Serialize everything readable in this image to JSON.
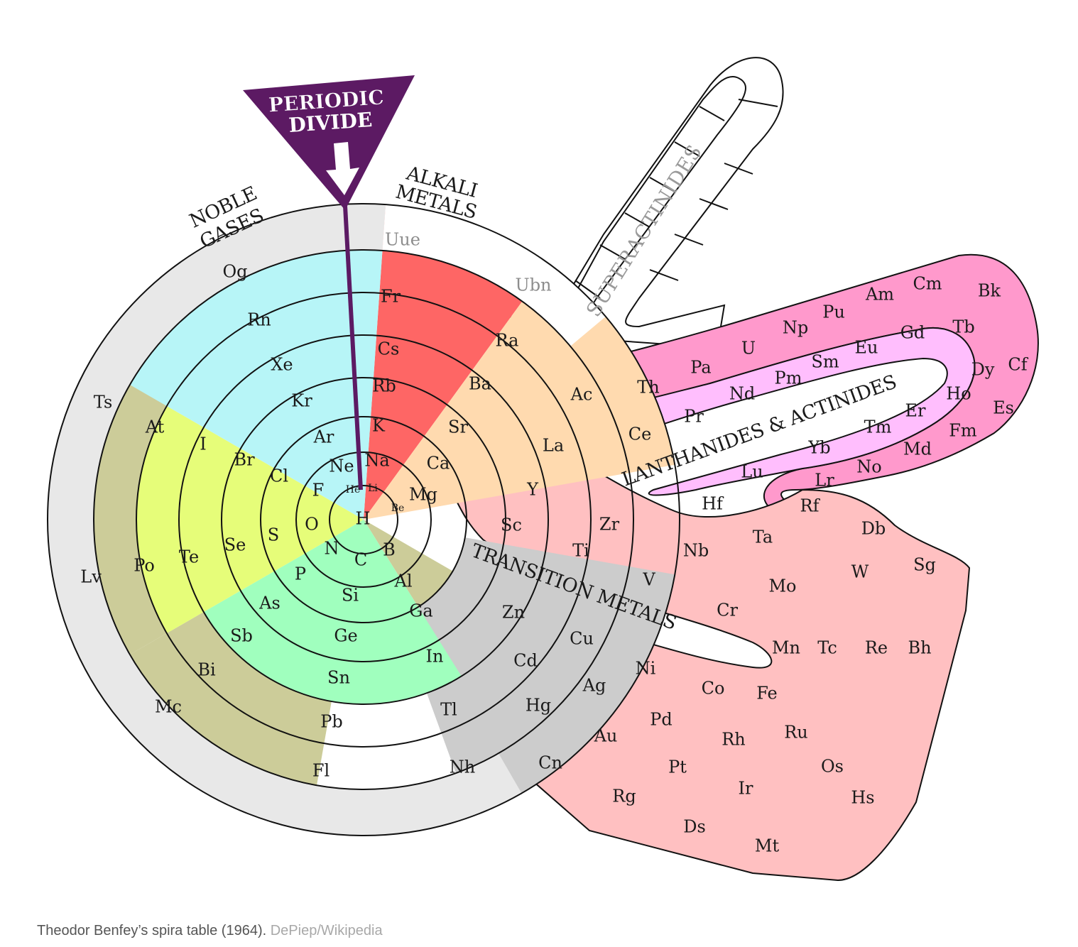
{
  "colors": {
    "noble": "#b7f5f7",
    "alkali": "#fe6665",
    "alkaline": "#ffdaaf",
    "transition": "#ffc0c1",
    "post": "#cccccc",
    "metalloid": "#cccc99",
    "nonmetal": "#a0ffbe",
    "halogen": "#e6fd79",
    "lanthanide": "#ffbefd",
    "actinide": "#ff99cc",
    "unknown": "#e8e8e8",
    "divide": "#5c1a63"
  },
  "labels": {
    "divide_line1": "PERIODIC",
    "divide_line2": "DIVIDE",
    "noble_line1": "NOBLE",
    "noble_line2": "GASES",
    "alkali_line1": "ALKALI",
    "alkali_line2": "METALS",
    "superactinides": "SUPERACTINIDES",
    "lanthanides": "LANTHANIDES & ACTINIDES",
    "transition": "TRANSITION METALS"
  },
  "elements": [
    {
      "symbol": "H",
      "group": "nonmetal"
    },
    {
      "symbol": "He",
      "group": "noble"
    },
    {
      "symbol": "Li",
      "group": "alkali"
    },
    {
      "symbol": "Be",
      "group": "alkaline"
    },
    {
      "symbol": "B",
      "group": "metalloid"
    },
    {
      "symbol": "C",
      "group": "nonmetal"
    },
    {
      "symbol": "N",
      "group": "nonmetal"
    },
    {
      "symbol": "O",
      "group": "nonmetal"
    },
    {
      "symbol": "F",
      "group": "halogen"
    },
    {
      "symbol": "Ne",
      "group": "noble"
    },
    {
      "symbol": "Na",
      "group": "alkali"
    },
    {
      "symbol": "Mg",
      "group": "alkaline"
    },
    {
      "symbol": "Al",
      "group": "post"
    },
    {
      "symbol": "Si",
      "group": "metalloid"
    },
    {
      "symbol": "P",
      "group": "nonmetal"
    },
    {
      "symbol": "S",
      "group": "nonmetal"
    },
    {
      "symbol": "Cl",
      "group": "halogen"
    },
    {
      "symbol": "Ar",
      "group": "noble"
    },
    {
      "symbol": "K",
      "group": "alkali"
    },
    {
      "symbol": "Ca",
      "group": "alkaline"
    },
    {
      "symbol": "Ga",
      "group": "post"
    },
    {
      "symbol": "Ge",
      "group": "metalloid"
    },
    {
      "symbol": "As",
      "group": "metalloid"
    },
    {
      "symbol": "Se",
      "group": "nonmetal"
    },
    {
      "symbol": "Br",
      "group": "halogen"
    },
    {
      "symbol": "Kr",
      "group": "noble"
    },
    {
      "symbol": "Rb",
      "group": "alkali"
    },
    {
      "symbol": "Sr",
      "group": "alkaline"
    },
    {
      "symbol": "In",
      "group": "post"
    },
    {
      "symbol": "Sn",
      "group": "post"
    },
    {
      "symbol": "Sb",
      "group": "metalloid"
    },
    {
      "symbol": "Te",
      "group": "metalloid"
    },
    {
      "symbol": "I",
      "group": "halogen"
    },
    {
      "symbol": "Xe",
      "group": "noble"
    },
    {
      "symbol": "Cs",
      "group": "alkali"
    },
    {
      "symbol": "Ba",
      "group": "alkaline"
    },
    {
      "symbol": "Tl",
      "group": "post"
    },
    {
      "symbol": "Pb",
      "group": "post"
    },
    {
      "symbol": "Bi",
      "group": "post"
    },
    {
      "symbol": "Po",
      "group": "post"
    },
    {
      "symbol": "At",
      "group": "metalloid"
    },
    {
      "symbol": "Rn",
      "group": "noble"
    },
    {
      "symbol": "Fr",
      "group": "alkali"
    },
    {
      "symbol": "Ra",
      "group": "alkaline"
    },
    {
      "symbol": "Nh",
      "group": "unknown"
    },
    {
      "symbol": "Fl",
      "group": "unknown"
    },
    {
      "symbol": "Mc",
      "group": "unknown"
    },
    {
      "symbol": "Lv",
      "group": "unknown"
    },
    {
      "symbol": "Ts",
      "group": "unknown"
    },
    {
      "symbol": "Og",
      "group": "unknown"
    },
    {
      "symbol": "Uue",
      "group": "empty"
    },
    {
      "symbol": "Ubn",
      "group": "empty"
    },
    {
      "symbol": "Sc",
      "group": "transition"
    },
    {
      "symbol": "Ti",
      "group": "transition"
    },
    {
      "symbol": "V",
      "group": "transition"
    },
    {
      "symbol": "Cr",
      "group": "transition"
    },
    {
      "symbol": "Mn",
      "group": "transition"
    },
    {
      "symbol": "Fe",
      "group": "transition"
    },
    {
      "symbol": "Co",
      "group": "transition"
    },
    {
      "symbol": "Ni",
      "group": "transition"
    },
    {
      "symbol": "Cu",
      "group": "transition"
    },
    {
      "symbol": "Zn",
      "group": "transition"
    },
    {
      "symbol": "Y",
      "group": "transition"
    },
    {
      "symbol": "Zr",
      "group": "transition"
    },
    {
      "symbol": "Nb",
      "group": "transition"
    },
    {
      "symbol": "Mo",
      "group": "transition"
    },
    {
      "symbol": "Tc",
      "group": "transition"
    },
    {
      "symbol": "Ru",
      "group": "transition"
    },
    {
      "symbol": "Rh",
      "group": "transition"
    },
    {
      "symbol": "Pd",
      "group": "transition"
    },
    {
      "symbol": "Ag",
      "group": "transition"
    },
    {
      "symbol": "Cd",
      "group": "transition"
    },
    {
      "symbol": "Hf",
      "group": "transition"
    },
    {
      "symbol": "Ta",
      "group": "transition"
    },
    {
      "symbol": "W",
      "group": "transition"
    },
    {
      "symbol": "Re",
      "group": "transition"
    },
    {
      "symbol": "Os",
      "group": "transition"
    },
    {
      "symbol": "Ir",
      "group": "transition"
    },
    {
      "symbol": "Pt",
      "group": "transition"
    },
    {
      "symbol": "Au",
      "group": "transition"
    },
    {
      "symbol": "Hg",
      "group": "transition"
    },
    {
      "symbol": "Rf",
      "group": "transition"
    },
    {
      "symbol": "Db",
      "group": "transition"
    },
    {
      "symbol": "Sg",
      "group": "transition"
    },
    {
      "symbol": "Bh",
      "group": "transition"
    },
    {
      "symbol": "Hs",
      "group": "transition"
    },
    {
      "symbol": "Mt",
      "group": "unknown"
    },
    {
      "symbol": "Ds",
      "group": "unknown"
    },
    {
      "symbol": "Rg",
      "group": "unknown"
    },
    {
      "symbol": "Cn",
      "group": "transition"
    },
    {
      "symbol": "La",
      "group": "lanthanide"
    },
    {
      "symbol": "Ce",
      "group": "lanthanide"
    },
    {
      "symbol": "Pr",
      "group": "lanthanide"
    },
    {
      "symbol": "Nd",
      "group": "lanthanide"
    },
    {
      "symbol": "Pm",
      "group": "lanthanide"
    },
    {
      "symbol": "Sm",
      "group": "lanthanide"
    },
    {
      "symbol": "Eu",
      "group": "lanthanide"
    },
    {
      "symbol": "Gd",
      "group": "lanthanide"
    },
    {
      "symbol": "Tb",
      "group": "lanthanide"
    },
    {
      "symbol": "Dy",
      "group": "lanthanide"
    },
    {
      "symbol": "Ho",
      "group": "lanthanide"
    },
    {
      "symbol": "Er",
      "group": "lanthanide"
    },
    {
      "symbol": "Tm",
      "group": "lanthanide"
    },
    {
      "symbol": "Yb",
      "group": "lanthanide"
    },
    {
      "symbol": "Lu",
      "group": "lanthanide"
    },
    {
      "symbol": "Ac",
      "group": "actinide"
    },
    {
      "symbol": "Th",
      "group": "actinide"
    },
    {
      "symbol": "Pa",
      "group": "actinide"
    },
    {
      "symbol": "U",
      "group": "actinide"
    },
    {
      "symbol": "Np",
      "group": "actinide"
    },
    {
      "symbol": "Pu",
      "group": "actinide"
    },
    {
      "symbol": "Am",
      "group": "actinide"
    },
    {
      "symbol": "Cm",
      "group": "actinide"
    },
    {
      "symbol": "Bk",
      "group": "actinide"
    },
    {
      "symbol": "Cf",
      "group": "actinide"
    },
    {
      "symbol": "Es",
      "group": "actinide"
    },
    {
      "symbol": "Fm",
      "group": "actinide"
    },
    {
      "symbol": "Md",
      "group": "actinide"
    },
    {
      "symbol": "No",
      "group": "actinide"
    },
    {
      "symbol": "Lr",
      "group": "actinide"
    }
  ],
  "caption": {
    "text": "Theodor Benfey’s spira table (1964).",
    "credit": "DePiep/Wikipedia"
  }
}
